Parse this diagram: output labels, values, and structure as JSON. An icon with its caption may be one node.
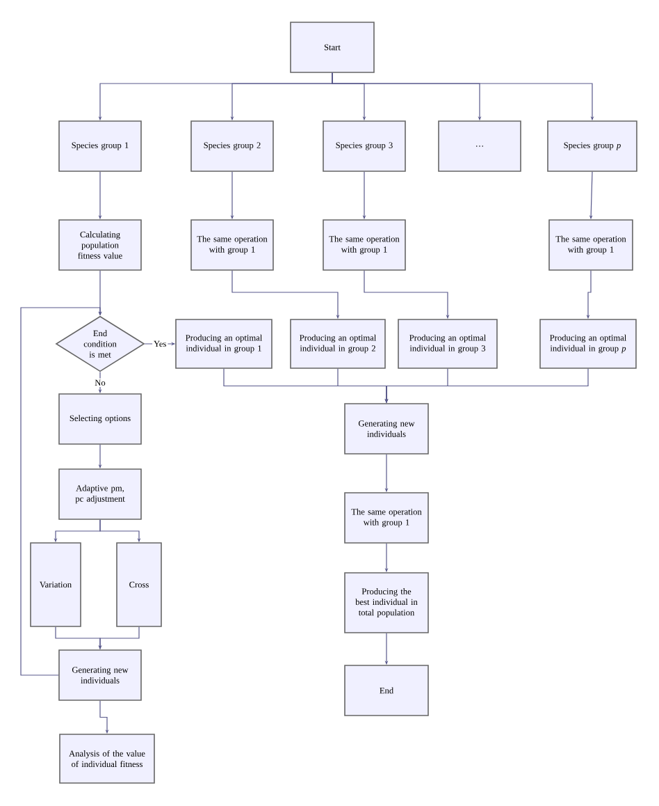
{
  "diagram": {
    "nodes": [
      {
        "text": [
          "Start"
        ]
      },
      {
        "text": [
          "Species group 1"
        ]
      },
      {
        "text": [
          "Species group 2"
        ]
      },
      {
        "text": [
          "Species group 3"
        ]
      },
      {
        "text": [
          "…"
        ]
      },
      {
        "text": [
          "Species group *p*"
        ]
      },
      {
        "text": [
          "Calculating population fitness value"
        ]
      },
      {
        "text": [
          "The same operation with group 1"
        ]
      },
      {
        "text": [
          "The same operation with group 1"
        ]
      },
      {
        "text": [
          "The same operation with group 1"
        ]
      },
      {
        "text": [
          "End condition is met"
        ]
      },
      {
        "text": [
          "Producing an optimal individual in group 1"
        ]
      },
      {
        "text": [
          "Producing an optimal individual in group 2"
        ]
      },
      {
        "text": [
          "Producing an optimal individual in group 3"
        ]
      },
      {
        "text": [
          "Producing an optimal individual in group *p*"
        ]
      },
      {
        "text": [
          "Generating new individuals"
        ]
      },
      {
        "text": [
          "Selecting options"
        ]
      },
      {
        "text": [
          "Adaptive pm, pc adjustment"
        ]
      },
      {
        "text": [
          "Variation"
        ]
      },
      {
        "text": [
          "Cross"
        ]
      },
      {
        "text": [
          "Generating new individuals"
        ]
      },
      {
        "text": [
          "Analysis of the value of individual fitness"
        ]
      },
      {
        "text": [
          "The same operation with group 1"
        ]
      },
      {
        "text": [
          "Producing the best individual in total population"
        ]
      },
      {
        "text": [
          "End"
        ]
      }
    ],
    "edges": [
      {
        "from": 0,
        "to": 1,
        "arrow": "to"
      },
      {
        "from": 0,
        "to": 2,
        "arrow": "to"
      },
      {
        "from": 0,
        "to": 3,
        "arrow": "to"
      },
      {
        "from": 0,
        "to": 4,
        "arrow": "to"
      },
      {
        "from": 0,
        "to": 5,
        "arrow": "to"
      },
      {
        "from": 1,
        "to": 6,
        "arrow": "to"
      },
      {
        "from": 2,
        "to": 7,
        "arrow": "to"
      },
      {
        "from": 3,
        "to": 8,
        "arrow": "to"
      },
      {
        "from": 5,
        "to": 9,
        "arrow": "to"
      },
      {
        "from": 6,
        "to": 10,
        "arrow": "to"
      },
      {
        "from": 7,
        "to": 12,
        "arrow": "to"
      },
      {
        "from": 8,
        "to": 13,
        "arrow": "to"
      },
      {
        "from": 9,
        "to": 14,
        "arrow": "to"
      },
      {
        "from": 10,
        "to": 11,
        "arrow": "to",
        "label": "Yes"
      },
      {
        "from": 10,
        "to": 16,
        "arrow": "to",
        "label": "No"
      },
      {
        "from": 11,
        "to": 15,
        "arrow": "to"
      },
      {
        "from": 12,
        "to": 15,
        "arrow": "to"
      },
      {
        "from": 13,
        "to": 15,
        "arrow": "to"
      },
      {
        "from": 14,
        "to": 15,
        "arrow": "to"
      },
      {
        "from": 15,
        "to": 22,
        "arrow": "to"
      },
      {
        "from": 22,
        "to": 23,
        "arrow": "to"
      },
      {
        "from": 23,
        "to": 24,
        "arrow": "to"
      },
      {
        "from": 16,
        "to": 17,
        "arrow": "to"
      },
      {
        "from": 17,
        "to": 18,
        "arrow": "to"
      },
      {
        "from": 17,
        "to": 19,
        "arrow": "to"
      },
      {
        "from": 18,
        "to": 20,
        "arrow": "to"
      },
      {
        "from": 19,
        "to": 20,
        "arrow": "to"
      },
      {
        "from": 20,
        "to": 10,
        "arrow": "to"
      },
      {
        "from": 20,
        "to": 21,
        "arrow": "to"
      }
    ]
  }
}
